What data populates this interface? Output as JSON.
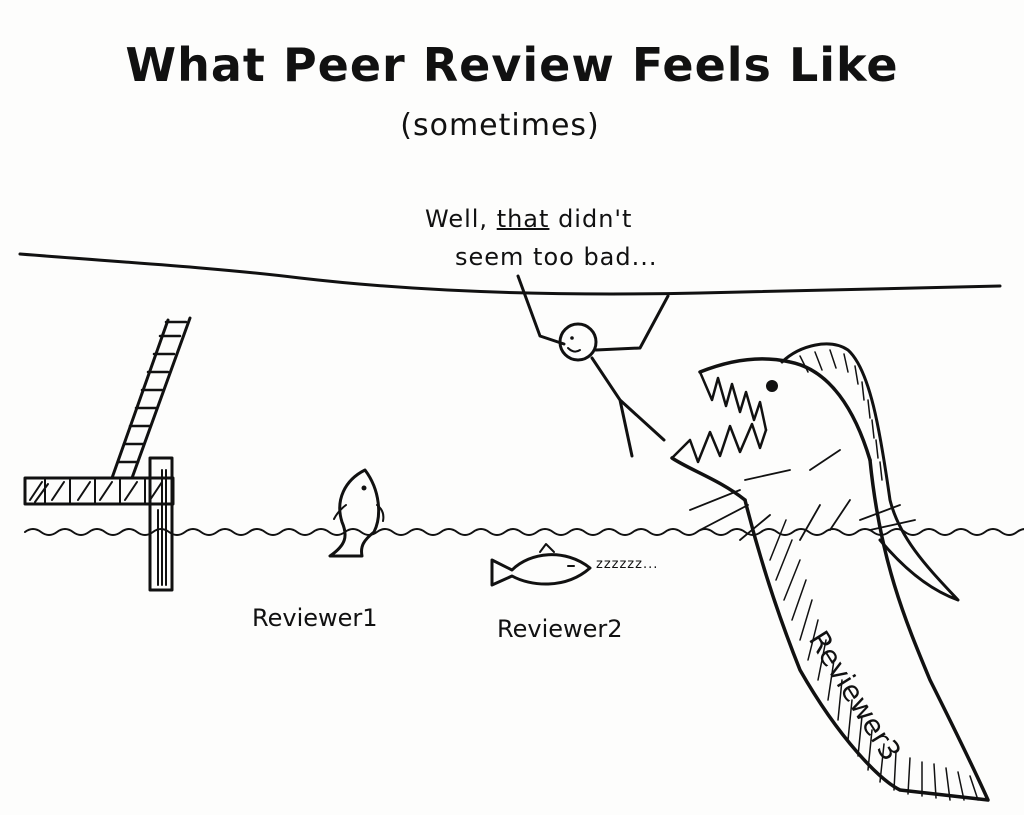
{
  "comic": {
    "title": "What Peer Review Feels Like",
    "subtitle": "(sometimes)",
    "speech": {
      "before": "Well, ",
      "underlined": "that",
      "after": " didn't",
      "line2": "seem too bad..."
    },
    "labels": {
      "reviewer1": "Reviewer1",
      "reviewer2": "Reviewer2",
      "reviewer2_snore": "zzzzzz...",
      "reviewer3": "Reviewer3"
    }
  },
  "colors": {
    "ink": "#111111",
    "paper": "#fdfdfc"
  }
}
